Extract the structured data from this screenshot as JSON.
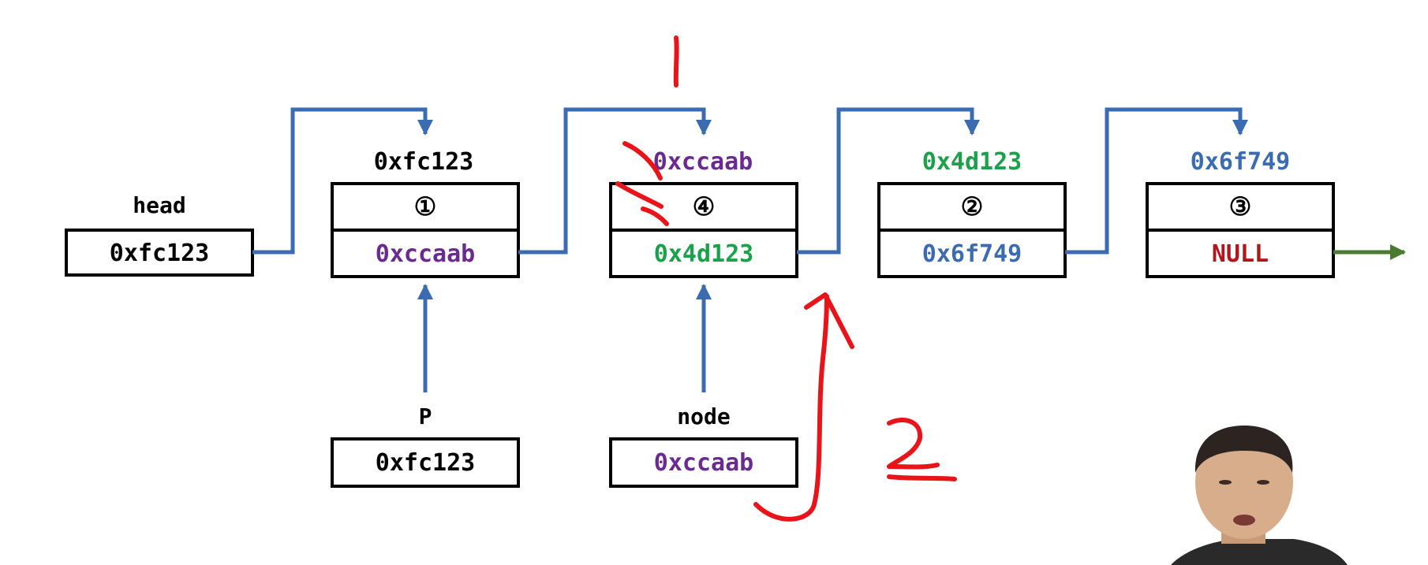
{
  "head": {
    "label": "head",
    "value": "0xfc123"
  },
  "nodes": [
    {
      "address": "0xfc123",
      "data": "①",
      "next": "0xccaab"
    },
    {
      "address": "0xccaab",
      "data": "④",
      "next": "0x4d123"
    },
    {
      "address": "0x4d123",
      "data": "②",
      "next": "0x6f749"
    },
    {
      "address": "0x6f749",
      "data": "③",
      "next": "NULL"
    }
  ],
  "pointers": [
    {
      "label": "P",
      "value": "0xfc123"
    },
    {
      "label": "node",
      "value": "0xccaab"
    }
  ],
  "annotations": {
    "step1": "1",
    "step2": "2"
  },
  "colors": {
    "black": "#000000",
    "purple": "#6b2a8f",
    "green": "#1aa24a",
    "blue": "#3b6cb1",
    "red": "#b0161c",
    "arrow_blue": "#3b6cb1",
    "arrow_green": "#4a7a2e",
    "pen_red": "#e8141a"
  }
}
